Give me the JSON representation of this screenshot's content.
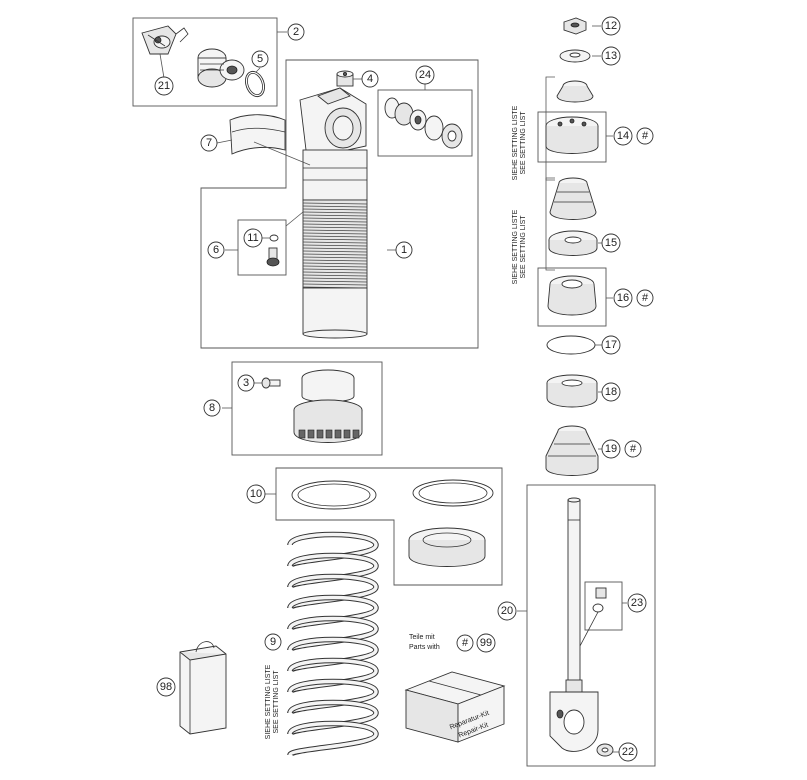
{
  "labels": {
    "p1": "1",
    "p2": "2",
    "p3": "3",
    "p4": "4",
    "p5": "5",
    "p6": "6",
    "p7": "7",
    "p8": "8",
    "p9": "9",
    "p10": "10",
    "p11": "11",
    "p12": "12",
    "p13": "13",
    "p14": "14",
    "p15": "15",
    "p16": "16",
    "p17": "17",
    "p18": "18",
    "p19": "19",
    "p20": "20",
    "p21": "21",
    "p22": "22",
    "p23": "23",
    "p24": "24",
    "p98": "98",
    "p99": "99",
    "hash": "#"
  },
  "setting_list": {
    "de": "SIEHE SETTING LISTE",
    "en": "SEE SETTING LIST"
  },
  "parts_with": {
    "de": "Teile mit",
    "en": "Parts with"
  },
  "repair_kit": {
    "de": "Reparatur-Kit",
    "en": "Repair-Kit"
  }
}
